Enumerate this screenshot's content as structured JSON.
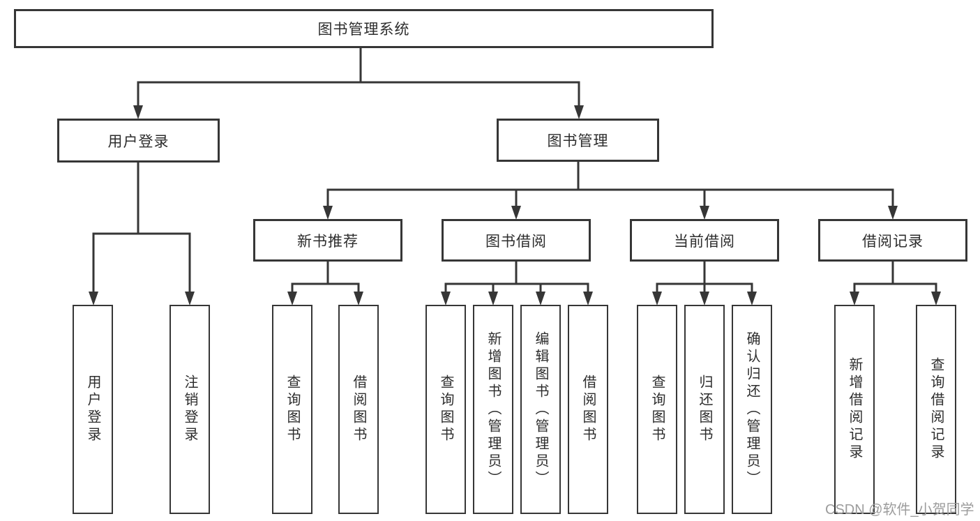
{
  "diagram": {
    "root": {
      "label": "图书管理系统"
    },
    "level2": [
      {
        "id": "user-login",
        "label": "用户登录"
      },
      {
        "id": "book-management",
        "label": "图书管理"
      }
    ],
    "level3": [
      {
        "id": "new-book-recommend",
        "label": "新书推荐"
      },
      {
        "id": "book-borrowing",
        "label": "图书借阅"
      },
      {
        "id": "current-borrowing",
        "label": "当前借阅"
      },
      {
        "id": "borrowing-records",
        "label": "借阅记录"
      }
    ],
    "leaves": [
      {
        "parent": "user-login",
        "label": "用户登录"
      },
      {
        "parent": "user-login",
        "label": "注销登录"
      },
      {
        "parent": "new-book-recommend",
        "label": "查询图书"
      },
      {
        "parent": "new-book-recommend",
        "label": "借阅图书"
      },
      {
        "parent": "book-borrowing",
        "label": "查询图书"
      },
      {
        "parent": "book-borrowing",
        "label": "新增图书（管理员）"
      },
      {
        "parent": "book-borrowing",
        "label": "编辑图书（管理员）"
      },
      {
        "parent": "book-borrowing",
        "label": "借阅图书"
      },
      {
        "parent": "current-borrowing",
        "label": "查询图书"
      },
      {
        "parent": "current-borrowing",
        "label": "归还图书"
      },
      {
        "parent": "current-borrowing",
        "label": "确认归还（管理员）"
      },
      {
        "parent": "borrowing-records",
        "label": "新增借阅记录"
      },
      {
        "parent": "borrowing-records",
        "label": "查询借阅记录"
      }
    ],
    "watermark": "CSDN @软件_小贺同学",
    "colors": {
      "line": "#363636",
      "box_border": "#363636",
      "text": "#2d2d2d",
      "watermark": "#9c9c9c",
      "background": "#ffffff"
    }
  }
}
